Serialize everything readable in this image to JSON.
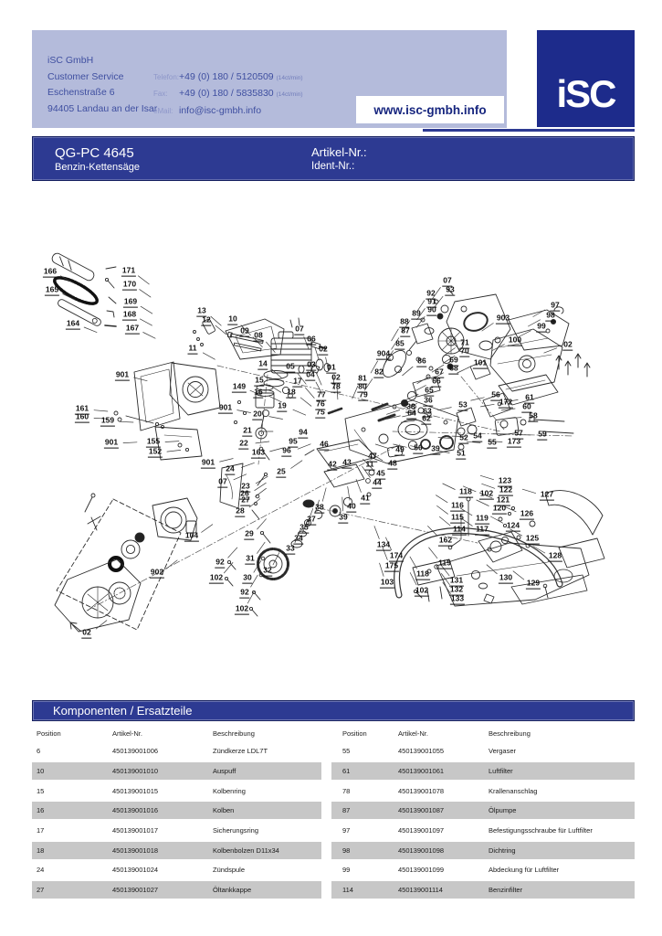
{
  "header": {
    "company_lines": [
      "iSC GmbH",
      "Customer Service",
      "Eschenstraße 6",
      "94405 Landau an der Isar"
    ],
    "contacts": [
      {
        "label": "Telefon:",
        "value": "+49 (0) 180 / 5120509",
        "note": "(14ct/min)"
      },
      {
        "label": "Fax:",
        "value": "+49 (0) 180 / 5835830",
        "note": "(14ct/min)"
      },
      {
        "label": "eMail:",
        "value": "info@isc-gmbh.info",
        "note": ""
      }
    ],
    "website": "www.isc-gmbh.info",
    "logo_text": "iSC",
    "colors": {
      "panel": "#b4bbdb",
      "logo_bg": "#1d2b8b",
      "bar_blue": "#2d3a92",
      "website_text": "#17267f"
    }
  },
  "titlebar": {
    "model": "QG-PC 4645",
    "product": "Benzin-Kettensäge",
    "article_label": "Artikel-Nr.:",
    "ident_label": "Ident-Nr.:"
  },
  "parts_table": {
    "title": "Komponenten / Ersatzteile",
    "columns": [
      "Position",
      "Artikel-Nr.",
      "Beschreibung"
    ],
    "shade_color": "#c7c7c7",
    "left_rows": [
      {
        "pos": "6",
        "art": "450139001006",
        "desc": "Zündkerze LDL7T",
        "shaded": false
      },
      {
        "pos": "10",
        "art": "450139001010",
        "desc": "Auspuff",
        "shaded": true
      },
      {
        "pos": "15",
        "art": "450139001015",
        "desc": "Kolbenring",
        "shaded": false
      },
      {
        "pos": "16",
        "art": "450139001016",
        "desc": "Kolben",
        "shaded": true
      },
      {
        "pos": "17",
        "art": "450139001017",
        "desc": "Sicherungsring",
        "shaded": false
      },
      {
        "pos": "18",
        "art": "450139001018",
        "desc": "Kolbenbolzen D11x34",
        "shaded": true
      },
      {
        "pos": "24",
        "art": "450139001024",
        "desc": "Zündspule",
        "shaded": false
      },
      {
        "pos": "27",
        "art": "450139001027",
        "desc": "Öltankkappe",
        "shaded": true
      }
    ],
    "right_rows": [
      {
        "pos": "55",
        "art": "450139001055",
        "desc": "Vergaser",
        "shaded": false
      },
      {
        "pos": "61",
        "art": "450139001061",
        "desc": "Luftfilter",
        "shaded": true
      },
      {
        "pos": "78",
        "art": "450139001078",
        "desc": "Krallenanschlag",
        "shaded": false
      },
      {
        "pos": "87",
        "art": "450139001087",
        "desc": "Ölpumpe",
        "shaded": true
      },
      {
        "pos": "97",
        "art": "450139001097",
        "desc": "Befestigungsschraube für Luftfilter",
        "shaded": false
      },
      {
        "pos": "98",
        "art": "450139001098",
        "desc": "Dichtring",
        "shaded": true
      },
      {
        "pos": "99",
        "art": "450139001099",
        "desc": "Abdeckung für Luftfilter",
        "shaded": false
      },
      {
        "pos": "114",
        "art": "450139001114",
        "desc": "Benzinfilter",
        "shaded": true
      }
    ]
  },
  "diagram": {
    "labels": [
      [
        "166",
        55,
        298
      ],
      [
        "165",
        57,
        318
      ],
      [
        "164",
        80,
        355
      ],
      [
        "171",
        141,
        297
      ],
      [
        "170",
        142,
        312
      ],
      [
        "169",
        143,
        331
      ],
      [
        "168",
        142,
        345
      ],
      [
        "167",
        145,
        360
      ],
      [
        "13",
        221,
        341
      ],
      [
        "12",
        226,
        351
      ],
      [
        "10",
        255,
        350
      ],
      [
        "11",
        211,
        382
      ],
      [
        "09",
        268,
        363
      ],
      [
        "08",
        283,
        368
      ],
      [
        "07",
        328,
        361
      ],
      [
        "06",
        341,
        372
      ],
      [
        "02",
        354,
        383
      ],
      [
        "03",
        341,
        400
      ],
      [
        "01",
        363,
        403
      ],
      [
        "14",
        288,
        399
      ],
      [
        "05",
        318,
        402
      ],
      [
        "04",
        340,
        411
      ],
      [
        "149",
        262,
        424
      ],
      [
        "15",
        284,
        417
      ],
      [
        "17",
        326,
        418
      ],
      [
        "16",
        283,
        430
      ],
      [
        "18",
        319,
        430
      ],
      [
        "19",
        309,
        445
      ],
      [
        "20",
        282,
        454
      ],
      [
        "21",
        271,
        472
      ],
      [
        "22",
        267,
        486
      ],
      [
        "163",
        283,
        496
      ],
      [
        "94",
        332,
        474
      ],
      [
        "95",
        321,
        484
      ],
      [
        "96",
        314,
        494
      ],
      [
        "46",
        355,
        487
      ],
      [
        "47",
        408,
        500
      ],
      [
        "77",
        352,
        433
      ],
      [
        "76",
        351,
        443
      ],
      [
        "75",
        351,
        452
      ],
      [
        "02",
        368,
        414
      ],
      [
        "78",
        368,
        424
      ],
      [
        "79",
        398,
        433
      ],
      [
        "80",
        397,
        424
      ],
      [
        "81",
        397,
        415
      ],
      [
        "82",
        415,
        408
      ],
      [
        "904",
        420,
        388
      ],
      [
        "85",
        438,
        377
      ],
      [
        "86",
        462,
        396
      ],
      [
        "87",
        444,
        363
      ],
      [
        "88",
        443,
        353
      ],
      [
        "89",
        456,
        344
      ],
      [
        "90",
        473,
        340
      ],
      [
        "91",
        473,
        331
      ],
      [
        "92",
        472,
        322
      ],
      [
        "93",
        493,
        318
      ],
      [
        "07",
        490,
        308
      ],
      [
        "71",
        509,
        376
      ],
      [
        "70",
        509,
        385
      ],
      [
        "69",
        497,
        395
      ],
      [
        "68",
        497,
        404
      ],
      [
        "67",
        481,
        408
      ],
      [
        "66",
        478,
        418
      ],
      [
        "65",
        470,
        428
      ],
      [
        "36",
        469,
        439
      ],
      [
        "38",
        450,
        446
      ],
      [
        "64",
        451,
        453
      ],
      [
        "63",
        468,
        451
      ],
      [
        "62",
        467,
        459
      ],
      [
        "903",
        551,
        349
      ],
      [
        "97",
        608,
        335
      ],
      [
        "98",
        603,
        346
      ],
      [
        "99",
        593,
        358
      ],
      [
        "100",
        564,
        373
      ],
      [
        "02",
        622,
        378
      ],
      [
        "101",
        526,
        398
      ],
      [
        "56",
        543,
        433
      ],
      [
        "172",
        554,
        441
      ],
      [
        "61",
        580,
        436
      ],
      [
        "60",
        577,
        446
      ],
      [
        "58",
        584,
        456
      ],
      [
        "57",
        568,
        475
      ],
      [
        "59",
        594,
        476
      ],
      [
        "55",
        539,
        485
      ],
      [
        "173",
        563,
        484
      ],
      [
        "53",
        507,
        444
      ],
      [
        "52",
        508,
        480
      ],
      [
        "54",
        523,
        478
      ],
      [
        "51",
        505,
        497
      ],
      [
        "49",
        438,
        493
      ],
      [
        "50",
        458,
        491
      ],
      [
        "39",
        477,
        492
      ],
      [
        "48",
        430,
        508
      ],
      [
        "901",
        134,
        411
      ],
      [
        "161",
        90,
        448
      ],
      [
        "160",
        90,
        457
      ],
      [
        "159",
        118,
        461
      ],
      [
        "901",
        122,
        485
      ],
      [
        "155",
        168,
        484
      ],
      [
        "152",
        170,
        495
      ],
      [
        "901",
        247,
        447
      ],
      [
        "901",
        228,
        507
      ],
      [
        "24",
        252,
        514
      ],
      [
        "07",
        244,
        528
      ],
      [
        "42",
        364,
        509
      ],
      [
        "43",
        380,
        507
      ],
      [
        "11",
        405,
        509
      ],
      [
        "45",
        417,
        519
      ],
      [
        "44",
        413,
        529
      ],
      [
        "41",
        400,
        546
      ],
      [
        "40",
        385,
        555
      ],
      [
        "38",
        350,
        556
      ],
      [
        "39",
        376,
        567
      ],
      [
        "37",
        341,
        569
      ],
      [
        "35",
        333,
        578
      ],
      [
        "34",
        327,
        590
      ],
      [
        "33",
        318,
        601
      ],
      [
        "32",
        293,
        625
      ],
      [
        "31",
        274,
        612
      ],
      [
        "30",
        271,
        633
      ],
      [
        "25",
        308,
        517
      ],
      [
        "23",
        269,
        533
      ],
      [
        "26",
        268,
        541
      ],
      [
        "27",
        269,
        548
      ],
      [
        "28",
        263,
        560
      ],
      [
        "29",
        273,
        585
      ],
      [
        "92",
        241,
        616
      ],
      [
        "102",
        237,
        633
      ],
      [
        "92",
        268,
        649
      ],
      [
        "102",
        265,
        667
      ],
      [
        "902",
        172,
        627
      ],
      [
        "104",
        210,
        587
      ],
      [
        "02",
        95,
        693
      ],
      [
        "134",
        420,
        597
      ],
      [
        "174",
        434,
        609
      ],
      [
        "175",
        429,
        620
      ],
      [
        "103",
        424,
        638
      ],
      [
        "118",
        510,
        539
      ],
      [
        "102",
        533,
        541
      ],
      [
        "123",
        553,
        527
      ],
      [
        "122",
        554,
        537
      ],
      [
        "121",
        551,
        548
      ],
      [
        "120",
        547,
        557
      ],
      [
        "116",
        501,
        554
      ],
      [
        "115",
        501,
        567
      ],
      [
        "119",
        528,
        568
      ],
      [
        "114",
        503,
        580
      ],
      [
        "117",
        528,
        580
      ],
      [
        "126",
        577,
        563
      ],
      [
        "124",
        562,
        576
      ],
      [
        "125",
        583,
        590
      ],
      [
        "127",
        599,
        542
      ],
      [
        "128",
        608,
        609
      ],
      [
        "162",
        488,
        592
      ],
      [
        "119",
        487,
        617
      ],
      [
        "118",
        463,
        629
      ],
      [
        "102",
        462,
        647
      ],
      [
        "131",
        500,
        636
      ],
      [
        "132",
        500,
        646
      ],
      [
        "133",
        501,
        656
      ],
      [
        "130",
        554,
        633
      ],
      [
        "129",
        584,
        639
      ]
    ]
  }
}
